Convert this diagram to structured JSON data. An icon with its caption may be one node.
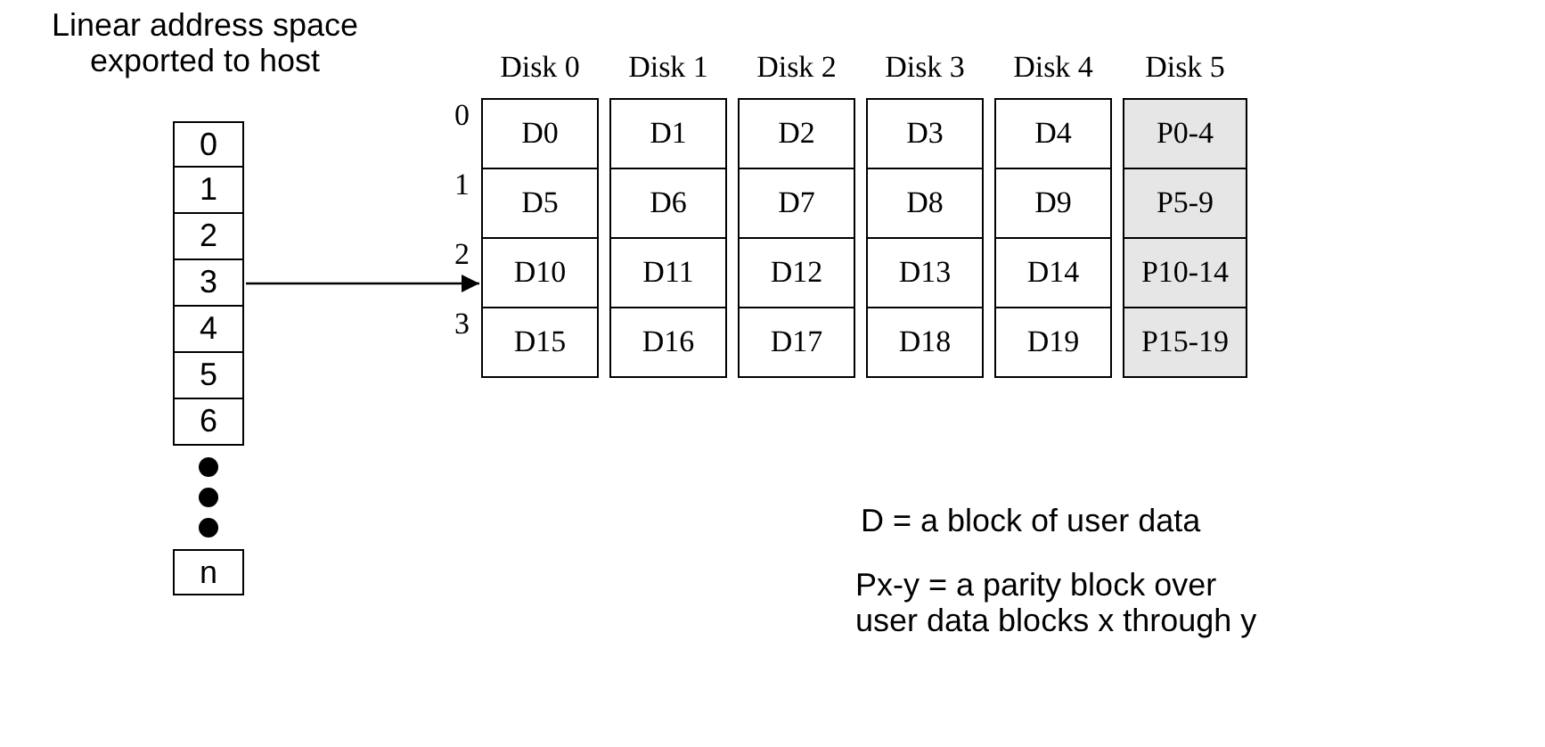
{
  "diagram": {
    "nodes": [
      {
        "text": [
          "Linear address space exported to host",
          "0",
          "1",
          "2",
          "3",
          "4",
          "5",
          "6",
          "n"
        ]
      },
      {
        "text": [
          "Disk 0",
          "D0",
          "D5",
          "D10",
          "D15"
        ]
      },
      {
        "text": [
          "Disk 1",
          "D1",
          "D6",
          "D11",
          "D16"
        ]
      },
      {
        "text": [
          "Disk 2",
          "D2",
          "D7",
          "D12",
          "D17"
        ]
      },
      {
        "text": [
          "Disk 3",
          "D3",
          "D8",
          "D13",
          "D18"
        ]
      },
      {
        "text": [
          "Disk 4",
          "D4",
          "D9",
          "D14",
          "D19"
        ]
      },
      {
        "text": [
          "Disk 5",
          "P0-4",
          "P5-9",
          "P10-14",
          "P15-19"
        ]
      }
    ],
    "edges": [
      {
        "from": 0,
        "to": 1,
        "arrow": "to"
      }
    ],
    "labels": [
      "0",
      "1",
      "2",
      "3",
      "D = a block of user data",
      "Px-y = a parity block over user data blocks x through y"
    ]
  }
}
